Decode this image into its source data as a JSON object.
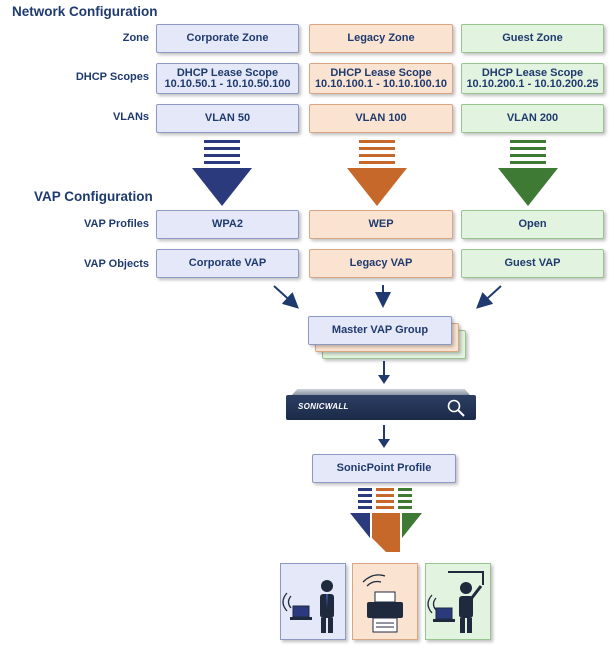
{
  "titles": {
    "network": "Network Configuration",
    "vap": "VAP Configuration"
  },
  "labels": {
    "zone": "Zone",
    "dhcp": "DHCP Scopes",
    "vlans": "VLANs",
    "vap_profiles": "VAP Profiles",
    "vap_objects": "VAP Objects"
  },
  "zones": {
    "corporate": "Corporate Zone",
    "legacy": "Legacy Zone",
    "guest": "Guest Zone"
  },
  "dhcp": {
    "corporate": {
      "line1": "DHCP Lease Scope",
      "line2": "10.10.50.1 - 10.10.50.100"
    },
    "legacy": {
      "line1": "DHCP Lease Scope",
      "line2": "10.10.100.1 - 10.10.100.10"
    },
    "guest": {
      "line1": "DHCP Lease Scope",
      "line2": "10.10.200.1 - 10.10.200.25"
    }
  },
  "vlans": {
    "corporate": "VLAN 50",
    "legacy": "VLAN 100",
    "guest": "VLAN 200"
  },
  "vap_profiles": {
    "corporate": "WPA2",
    "legacy": "WEP",
    "guest": "Open"
  },
  "vap_objects": {
    "corporate": "Corporate VAP",
    "legacy": "Legacy VAP",
    "guest": "Guest VAP"
  },
  "master_vap_group": "Master VAP Group",
  "device_brand": "SONICWALL",
  "sonicpoint_profile": "SonicPoint Profile",
  "colors": {
    "corporate": "#2b3a7d",
    "legacy": "#c6682a",
    "guest": "#3f7a35",
    "text": "#1f3a6e"
  },
  "icons": {
    "device": "firewall-appliance-icon",
    "search": "magnifier-icon",
    "corporate_endpoint": "laptop-user-icon",
    "legacy_endpoint": "wireless-printer-icon",
    "guest_endpoint": "presenter-laptop-icon"
  }
}
